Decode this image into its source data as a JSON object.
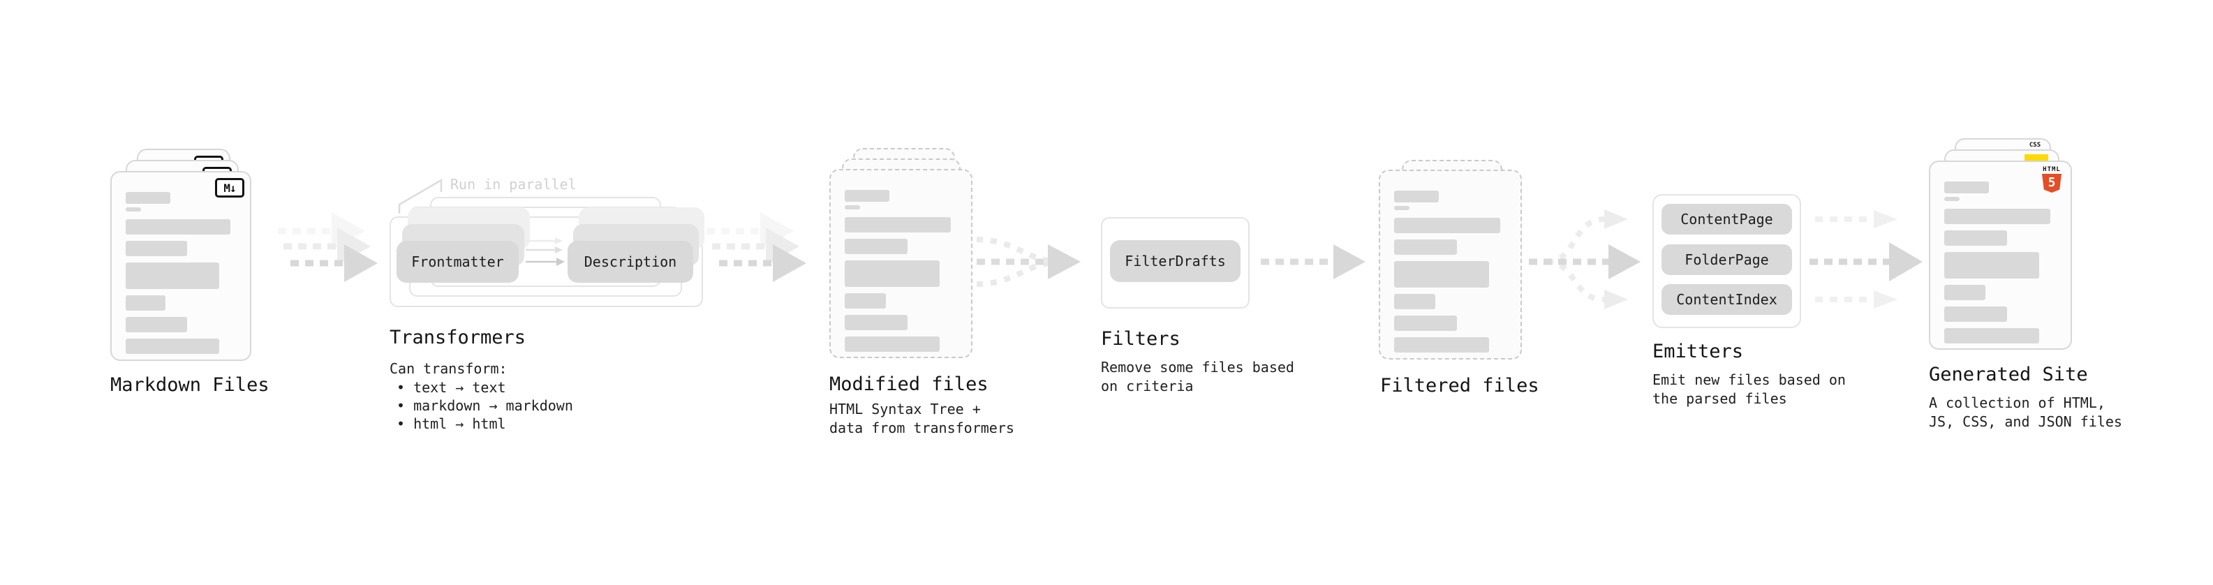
{
  "stages": {
    "markdown": {
      "label": "Markdown Files",
      "icon": "M↓"
    },
    "transformers": {
      "heading": "Transformers",
      "annotation": "Run in parallel",
      "pill_frontmatter": "Frontmatter",
      "pill_description": "Description",
      "desc_title": "Can transform:",
      "bullets": [
        "• text → text",
        "• markdown → markdown",
        "• html → html"
      ]
    },
    "modified": {
      "label": "Modified files",
      "desc": [
        "HTML Syntax Tree +",
        "data from transformers"
      ]
    },
    "filters": {
      "heading": "Filters",
      "pill": "FilterDrafts",
      "desc": [
        "Remove some files based",
        "on criteria"
      ]
    },
    "filtered": {
      "label": "Filtered files"
    },
    "emitters": {
      "heading": "Emitters",
      "pills": [
        "ContentPage",
        "FolderPage",
        "ContentIndex"
      ],
      "desc": [
        "Emit new files based on",
        "the parsed files"
      ]
    },
    "generated": {
      "label": "Generated Site",
      "desc": [
        "A collection of HTML,",
        "JS, CSS, and JSON files"
      ],
      "badges": {
        "css": "CSS",
        "html": "HTML",
        "html5_number": "5"
      }
    }
  },
  "colors": {
    "pill_gray": "#d9d9d9",
    "bar_gray": "#d9d9d9",
    "card_border": "#d7d7d7",
    "dashed_border": "#c9c9c9",
    "container_border": "#e4e4e4",
    "arrow_gray": "#d8d8d8",
    "arrow_ghost": "#ededed",
    "annotation_gray": "#d0d0d0",
    "text_dark": "#1b1b1b",
    "html5_orange": "#e44d26",
    "js_yellow": "#ffd900",
    "css_blue": "#2d6be0",
    "md_icon_black": "#111111"
  }
}
